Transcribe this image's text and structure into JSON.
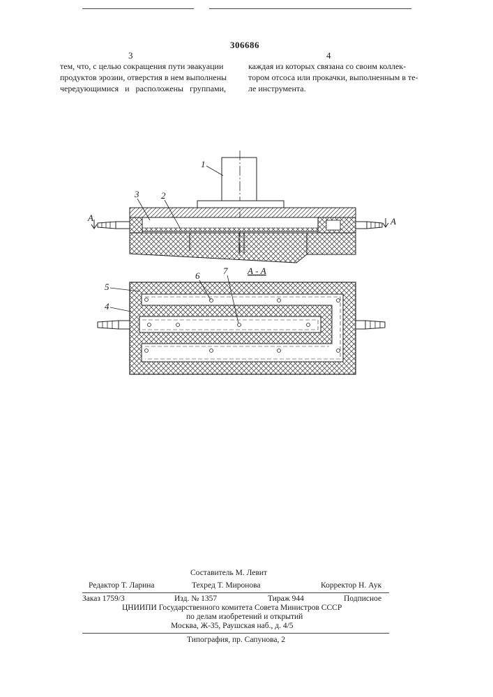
{
  "header": {
    "rule_left_label": "",
    "patent_number": "306686",
    "col_left_number": "3",
    "col_right_number": "4"
  },
  "text": {
    "left_lines": [
      "тем, что, с целью сокращения пути эвакуации",
      "продуктов эрозии, отверстия в нем выполнены",
      "чередующимися и расположены группами,"
    ],
    "right_lines": [
      "каждая из которых связана со своим коллек-",
      "тором отсоса или прокачки, выполненным в те-",
      "ле инструмента."
    ]
  },
  "figure": {
    "labels": {
      "tool": "1",
      "plate": "2",
      "insert": "3",
      "body": "4",
      "collector": "5",
      "hole_left": "6",
      "hole_right": "7",
      "section_mark": "A",
      "section_title": "А - А"
    }
  },
  "imprint": {
    "compiler": "Составитель М. Левит",
    "editor": "Редактор Т. Ларина",
    "tech_editor": "Техред Т. Миронова",
    "corrector": "Корректор Н. Аук",
    "order": "Заказ 1759/3",
    "edition_no": "Изд. № 1357",
    "print_run": "Тираж 944",
    "subscription": "Подписное",
    "org_line1": "ЦНИИПИ Государственного комитета Совета Министров СССР",
    "org_line2": "по делам изобретений и открытий",
    "address": "Москва, Ж-35, Раушская наб., д. 4/5",
    "printing_house": "Типография, пр. Сапунова, 2"
  }
}
